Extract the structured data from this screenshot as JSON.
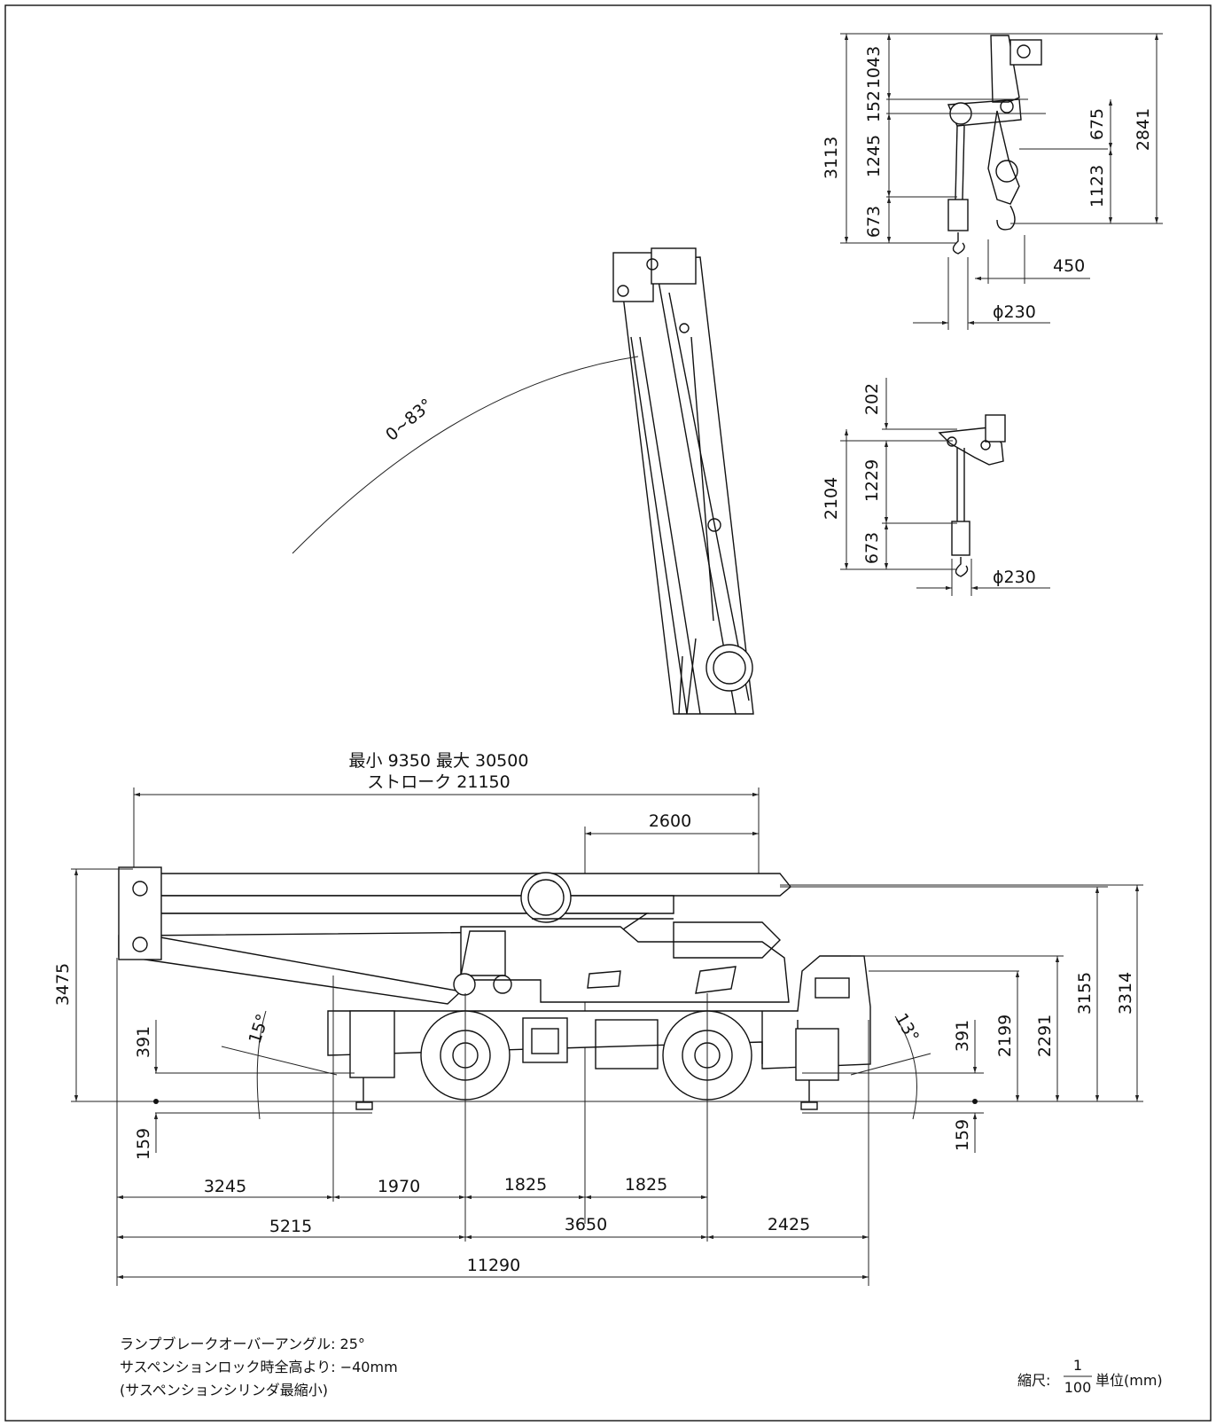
{
  "boom_angle": "0~83°",
  "boom_extension": {
    "line1": "最小 9350 最大 30500",
    "line2": "ストローク 21150"
  },
  "hook_top": {
    "d3113": "3113",
    "d1043": "1043",
    "d152": "152",
    "d1245": "1245",
    "d673": "673",
    "d675": "675",
    "d2841": "2841",
    "d1123": "1123",
    "d450": "450",
    "phi": "ϕ230"
  },
  "hook_single": {
    "d202": "202",
    "d2104": "2104",
    "d1229": "1229",
    "d673": "673",
    "phi": "ϕ230"
  },
  "side": {
    "d2600": "2600",
    "d3475": "3475",
    "d391_left": "391",
    "d159_left": "159",
    "angle_front": "15°",
    "angle_rear": "13°",
    "d391_right": "391",
    "d159_right": "159",
    "d2199": "2199",
    "d2291": "2291",
    "d3155": "3155",
    "d3314": "3314",
    "d3245": "3245",
    "d1970": "1970",
    "d1825_a": "1825",
    "d1825_b": "1825",
    "d5215": "5215",
    "d3650": "3650",
    "d2425": "2425",
    "d11290": "11290"
  },
  "notes": {
    "line1": "ランプブレークオーバーアングル: 25°",
    "line2": "サスペンションロック時全高より: −40mm",
    "line3": "(サスペンションシリンダ最縮小)"
  },
  "scale": {
    "label": "縮尺:",
    "num": "1",
    "den": "100",
    "unit": "単位(mm)"
  }
}
